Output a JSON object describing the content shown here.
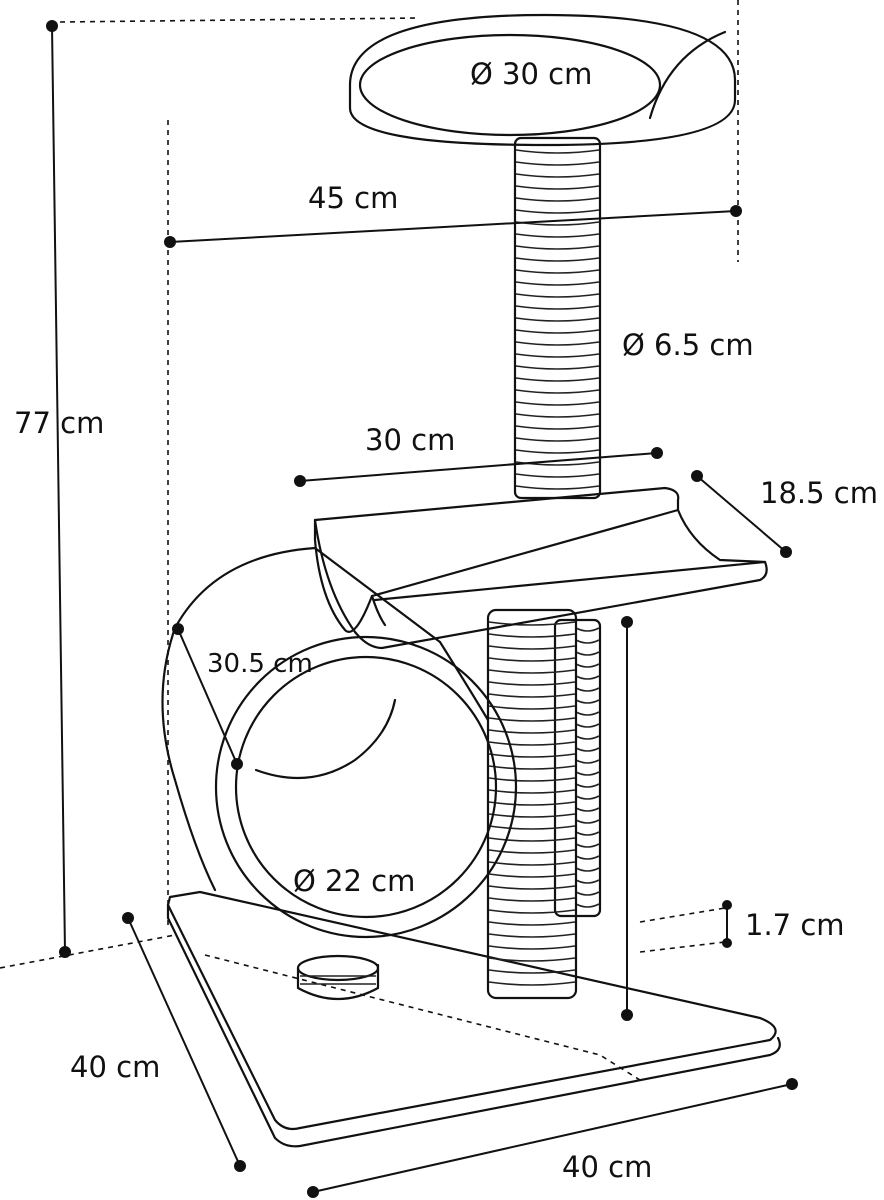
{
  "labels": {
    "top_diameter": "Ø 30 cm",
    "overall_width": "45 cm",
    "post_diameter": "Ø 6.5 cm",
    "overall_height": "77 cm",
    "shelf_length": "30 cm",
    "shelf_depth": "18.5 cm",
    "tunnel_length": "30.5 cm",
    "tunnel_diameter": "Ø 22 cm",
    "base_thickness": "1.7 cm",
    "base_depth": "40 cm",
    "base_width": "40 cm"
  },
  "colors": {
    "line": "#111111",
    "background": "#ffffff"
  }
}
